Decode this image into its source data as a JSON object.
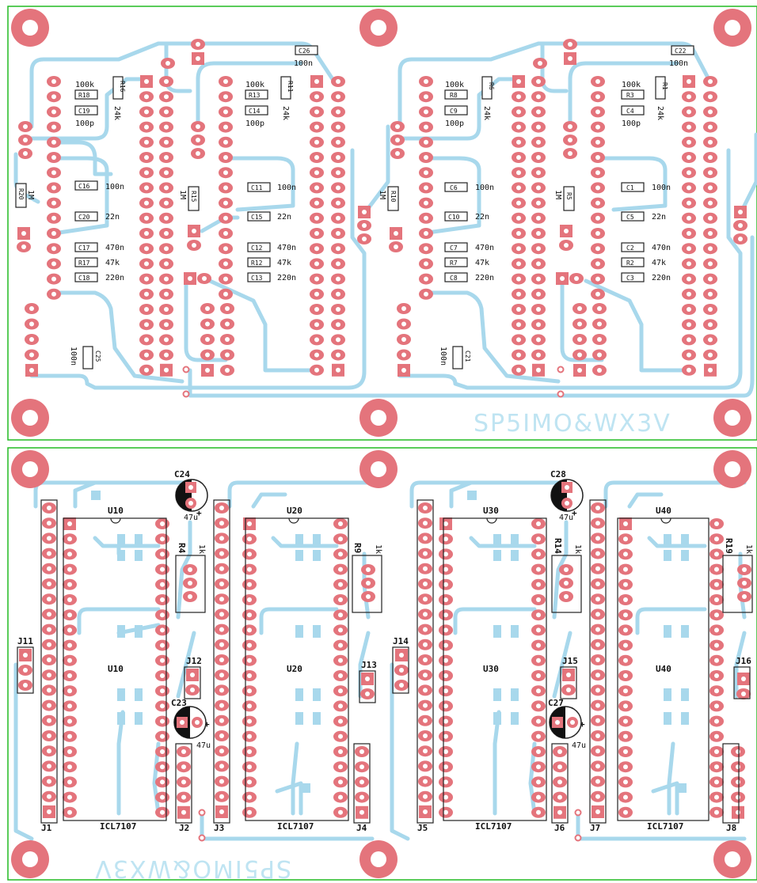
{
  "brand_top": "SP5IMO&WX3V",
  "brand_bottom": "SP5IMO&WX3V",
  "colors": {
    "copper_pad": "#e4747c",
    "trace": "#a8d8ec",
    "outline": "#22bb22",
    "silk": "#222222"
  },
  "top_left": {
    "r16": "R16",
    "r18": "R18",
    "c19": "C19",
    "v100k": "100k",
    "v24k": "24k",
    "v100p": "100p",
    "r20": "R20",
    "v1m": "1M",
    "c16": "C16",
    "c20": "C20",
    "c17": "C17",
    "r17": "R17",
    "c18": "C18",
    "v100n": "100n",
    "v22n": "22n",
    "v470n": "470n",
    "v47k": "47k",
    "v220n": "220n",
    "c25": "C25",
    "c25v": "100n",
    "r11": "R11",
    "r13": "R13",
    "c14": "C14",
    "r15": "R15",
    "c11": "C11",
    "c15": "C15",
    "c12": "C12",
    "r12": "R12",
    "c13": "C13",
    "c26": "C26",
    "c26v": "100n"
  },
  "top_right": {
    "r6": "R6",
    "r8": "R8",
    "c9": "C9",
    "r10": "R10",
    "c6": "C6",
    "c10": "C10",
    "c7": "C7",
    "r7": "R7",
    "c8": "C8",
    "c21": "C21",
    "c21v": "100n",
    "r1": "R1",
    "r3": "R3",
    "c4": "C4",
    "r5": "R5",
    "c1": "C1",
    "c5": "C5",
    "c2": "C2",
    "r2": "R2",
    "c3": "C3",
    "c22": "C22",
    "c22v": "100n"
  },
  "bottom": {
    "u10": "U10",
    "u20": "U20",
    "u30": "U30",
    "u40": "U40",
    "c24": "C24",
    "c23": "C23",
    "c28": "C28",
    "c27": "C27",
    "v47u": "47u",
    "r4": "R4",
    "r9": "R9",
    "r14": "R14",
    "r19": "R19",
    "v1k": "1k",
    "j1": "J1",
    "j2": "J2",
    "j3": "J3",
    "j4": "J4",
    "j5": "J5",
    "j6": "J6",
    "j7": "J7",
    "j8": "J8",
    "j11": "J11",
    "j12": "J12",
    "j13": "J13",
    "j14": "J14",
    "j15": "J15",
    "j16": "J16",
    "icl": "ICL7107",
    "plus": "+"
  }
}
